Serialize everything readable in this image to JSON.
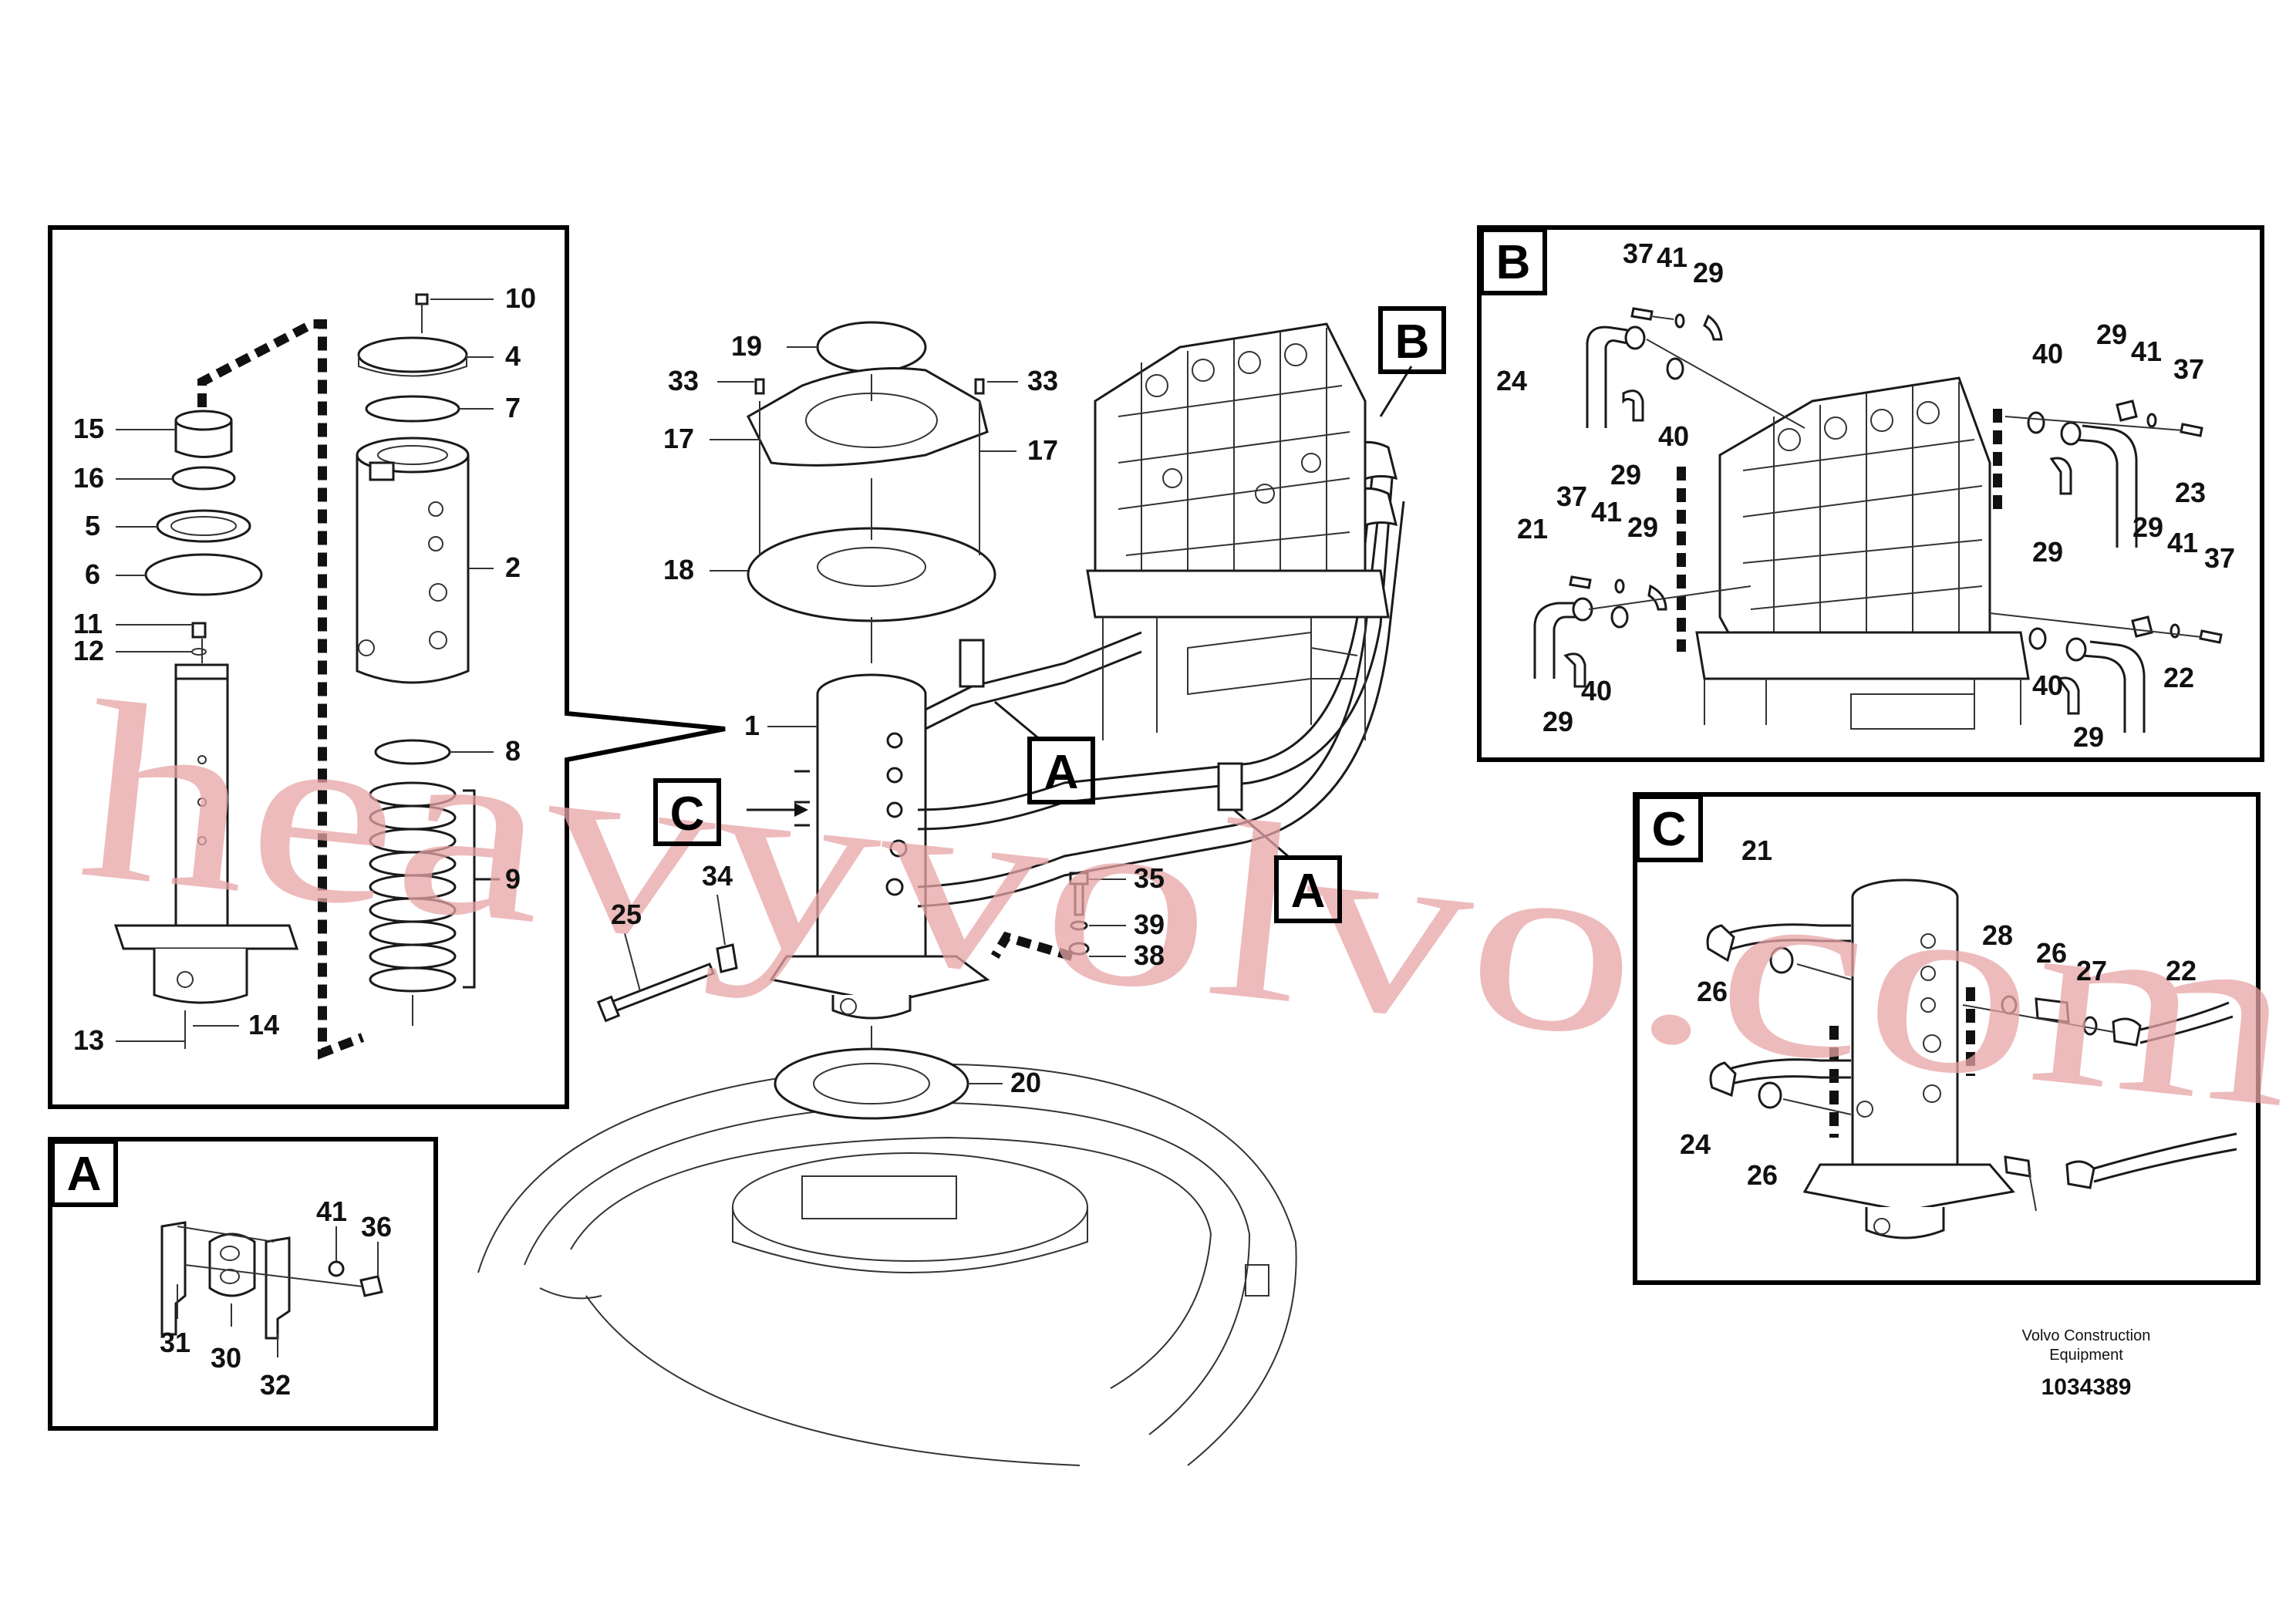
{
  "callouts": {
    "n1": "1",
    "n2": "2",
    "n4": "4",
    "n5": "5",
    "n6": "6",
    "n7": "7",
    "n8": "8",
    "n9": "9",
    "n10": "10",
    "n11": "11",
    "n12": "12",
    "n13": "13",
    "n14": "14",
    "n15": "15",
    "n16": "16",
    "n17a": "17",
    "n17b": "17",
    "n18": "18",
    "n19": "19",
    "n20": "20",
    "n21b": "21",
    "n21c": "21",
    "n22b": "22",
    "n22c": "22",
    "n23": "23",
    "n24b": "24",
    "n24c": "24",
    "n25": "25",
    "n26a": "26",
    "n26b": "26",
    "n26c": "26",
    "n27": "27",
    "n28": "28",
    "n29a": "29",
    "n29b": "29",
    "n29c": "29",
    "n29d": "29",
    "n29e": "29",
    "n29f": "29",
    "n29g": "29",
    "n29h": "29",
    "n30": "30",
    "n31": "31",
    "n32": "32",
    "n33a": "33",
    "n33b": "33",
    "n34": "34",
    "n35": "35",
    "n36": "36",
    "n37a": "37",
    "n37b": "37",
    "n37c": "37",
    "n37d": "37",
    "n38": "38",
    "n39": "39",
    "n40a": "40",
    "n40b": "40",
    "n40c": "40",
    "n40d": "40",
    "n41a": "41",
    "n41b": "41",
    "n41c": "41",
    "n41d": "41",
    "n41e": "41"
  },
  "view_labels": {
    "box_a": "A",
    "box_b": "B",
    "box_c": "C",
    "tag_a1": "A",
    "tag_a2": "A",
    "tag_b": "B",
    "tag_c": "C"
  },
  "footer": {
    "brand_line1": "Volvo Construction",
    "brand_line2": "Equipment",
    "doc_number": "1034389"
  },
  "watermark": "heavyvolvo.com"
}
